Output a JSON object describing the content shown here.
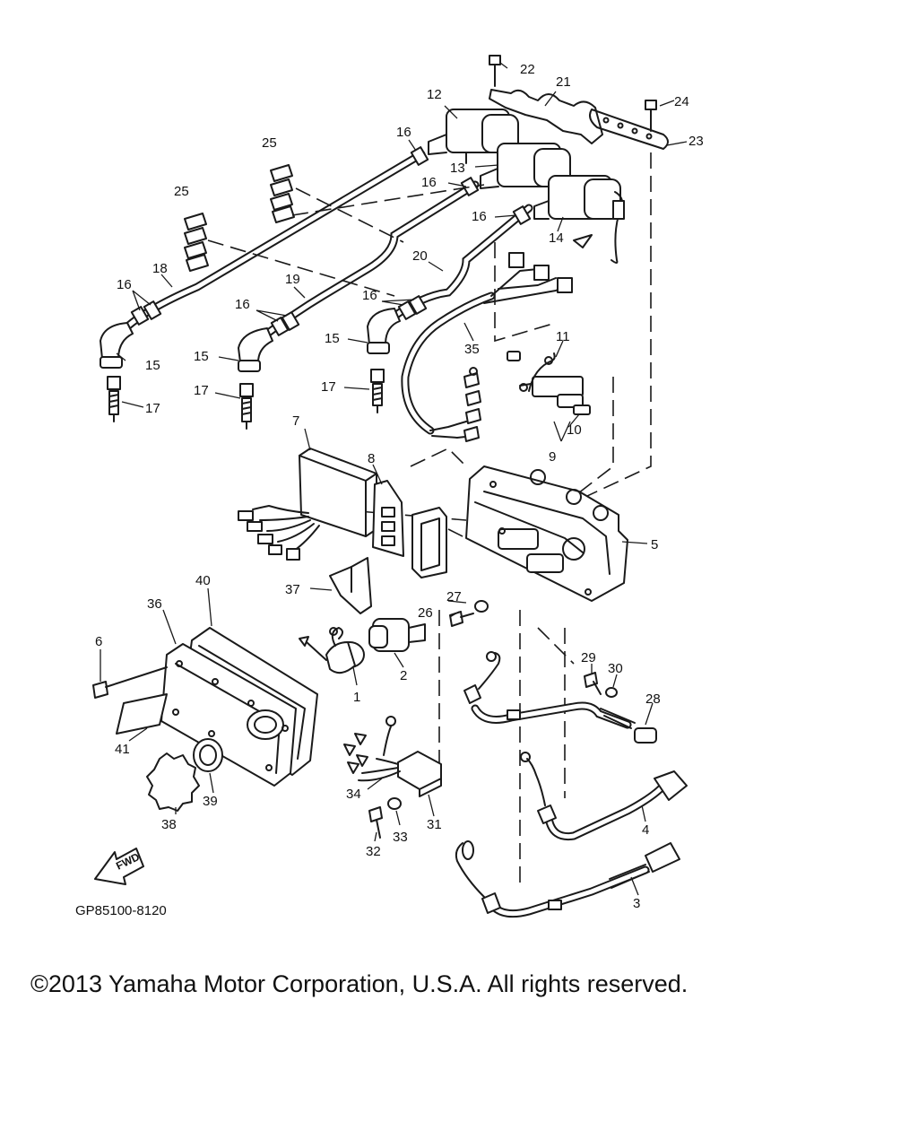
{
  "diagram": {
    "drawing_code": "GP85100-8120",
    "fwd_label": "FWD",
    "copyright": "©2013 Yamaha Motor Corporation, U.S.A. All rights reserved.",
    "callouts": [
      {
        "id": "c1",
        "text": "1"
      },
      {
        "id": "c2",
        "text": "2"
      },
      {
        "id": "c3",
        "text": "3"
      },
      {
        "id": "c4",
        "text": "4"
      },
      {
        "id": "c5",
        "text": "5"
      },
      {
        "id": "c6",
        "text": "6"
      },
      {
        "id": "c7",
        "text": "7"
      },
      {
        "id": "c8",
        "text": "8"
      },
      {
        "id": "c9",
        "text": "9"
      },
      {
        "id": "c10",
        "text": "10"
      },
      {
        "id": "c11",
        "text": "11"
      },
      {
        "id": "c12",
        "text": "12"
      },
      {
        "id": "c13",
        "text": "13"
      },
      {
        "id": "c14",
        "text": "14"
      },
      {
        "id": "c15a",
        "text": "15"
      },
      {
        "id": "c15b",
        "text": "15"
      },
      {
        "id": "c15c",
        "text": "15"
      },
      {
        "id": "c16a",
        "text": "16"
      },
      {
        "id": "c16b",
        "text": "16"
      },
      {
        "id": "c16c",
        "text": "16"
      },
      {
        "id": "c16d",
        "text": "16"
      },
      {
        "id": "c16e",
        "text": "16"
      },
      {
        "id": "c16f",
        "text": "16"
      },
      {
        "id": "c17a",
        "text": "17"
      },
      {
        "id": "c17b",
        "text": "17"
      },
      {
        "id": "c17c",
        "text": "17"
      },
      {
        "id": "c18",
        "text": "18"
      },
      {
        "id": "c19",
        "text": "19"
      },
      {
        "id": "c20",
        "text": "20"
      },
      {
        "id": "c21",
        "text": "21"
      },
      {
        "id": "c22",
        "text": "22"
      },
      {
        "id": "c23",
        "text": "23"
      },
      {
        "id": "c24",
        "text": "24"
      },
      {
        "id": "c25a",
        "text": "25"
      },
      {
        "id": "c25b",
        "text": "25"
      },
      {
        "id": "c26",
        "text": "26"
      },
      {
        "id": "c27",
        "text": "27"
      },
      {
        "id": "c28",
        "text": "28"
      },
      {
        "id": "c29",
        "text": "29"
      },
      {
        "id": "c30",
        "text": "30"
      },
      {
        "id": "c31",
        "text": "31"
      },
      {
        "id": "c32",
        "text": "32"
      },
      {
        "id": "c33",
        "text": "33"
      },
      {
        "id": "c34",
        "text": "34"
      },
      {
        "id": "c35",
        "text": "35"
      },
      {
        "id": "c36",
        "text": "36"
      },
      {
        "id": "c37",
        "text": "37"
      },
      {
        "id": "c38",
        "text": "38"
      },
      {
        "id": "c39",
        "text": "39"
      },
      {
        "id": "c40",
        "text": "40"
      },
      {
        "id": "c41",
        "text": "41"
      }
    ]
  }
}
